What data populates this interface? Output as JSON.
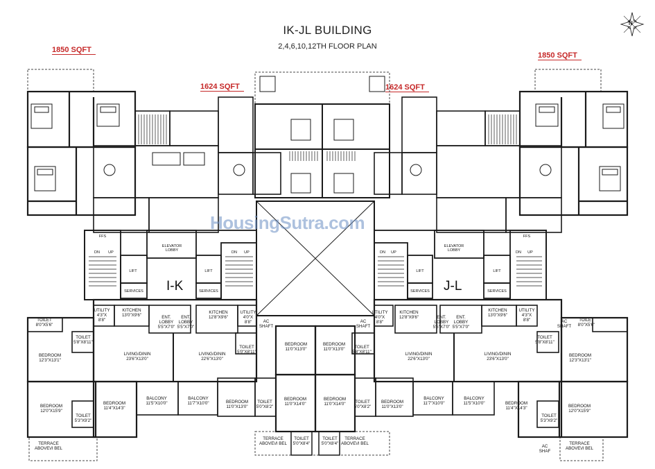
{
  "header": {
    "title": "IK-JL BUILDING",
    "subtitle": "2,4,6,10,12TH FLOOR PLAN"
  },
  "area_labels": [
    "1850 SQFT",
    "1624 SQFT",
    "1624 SQFT",
    "1850 SQFT"
  ],
  "watermark": "HousingSutra.com",
  "wing_labels": {
    "left": "I-K",
    "right": "J-L"
  },
  "compass": {
    "letter": "N"
  },
  "core": {
    "lift": "LIFT",
    "elevator_lobby": "ELEVATOR\nLOBBY",
    "services": "SERVICES",
    "services_alt": "SERVICES",
    "ffs": "FFS",
    "up": "UP",
    "dn": "DN"
  },
  "rooms": {
    "left_toilet_top": [
      "TOILET",
      "8'0\"X5'6\""
    ],
    "left_toilet_2": [
      "TOILET",
      "5'8\"X8'11\""
    ],
    "left_bedroom_1": [
      "BEDROOM",
      "12'3\"X13'1\""
    ],
    "left_bedroom_2": [
      "BEDROOM",
      "12'0\"X15'9\""
    ],
    "left_toilet_3": [
      "TOILET",
      "5'3\"X9'2\""
    ],
    "left_bedroom_3": [
      "BEDROOM",
      "11'4\"X14'3\""
    ],
    "left_terrace": [
      "TERRACE",
      "ABOVE\\/I BEL"
    ],
    "left_utility": [
      "UTILITY",
      "4'3\"X",
      "8'8\""
    ],
    "left_kitchen": [
      "KITCHEN",
      "13'0\"X9'6\""
    ],
    "left_ent_lobby_1": [
      "ENT.",
      "LOBBY",
      "5'5\"X7'0\""
    ],
    "left_ent_lobby_2": [
      "ENT.",
      "LOBBY",
      "5'5\"X7'0\""
    ],
    "left_living_1": [
      "LIVING/DININ",
      "23'6\"X13'0\""
    ],
    "left_living_2": [
      "LIVING/DININ",
      "22'6\"X13'0\""
    ],
    "left_kitchen_2": [
      "KITCHEN",
      "12'8\"X9'6\""
    ],
    "left_utility_2": [
      "UTILITY",
      "4'0\"X",
      "8'8\""
    ],
    "left_ac_shaft": [
      "AC",
      "SHAFT"
    ],
    "left_toilet_4": [
      "TOILET",
      "5'0\"X8'11\""
    ],
    "left_balcony_1": [
      "BALCONY",
      "11'5\"X10'0\""
    ],
    "left_balcony_2": [
      "BALCONY",
      "11'7\"X10'0\""
    ],
    "left_bedroom_4": [
      "BEDROOM",
      "11'0\"X13'0\""
    ],
    "left_toilet_5": [
      "TOILET",
      "5'0\"X8'2\""
    ],
    "center_bedroom_1": [
      "BEDROOM",
      "11'0\"X13'0\""
    ],
    "center_bedroom_2": [
      "BEDROOM",
      "11'0\"X13'0\""
    ],
    "center_bedroom_3": [
      "BEDROOM",
      "11'0\"X14'0\""
    ],
    "center_bedroom_4": [
      "BEDROOM",
      "11'0\"X14'0\""
    ],
    "center_terrace_1": [
      "TERRACE",
      "ABOVE\\/I BEL"
    ],
    "center_terrace_2": [
      "TERRACE",
      "ABOVE\\/I BEL"
    ],
    "center_toilet_1": [
      "TOILET",
      "5'0\"X8'4\""
    ],
    "center_toilet_2": [
      "TOILET",
      "5'0\"X8'4\""
    ],
    "right_ac_shaft": [
      "AC",
      "SHAFT"
    ],
    "right_toilet_1": [
      "TOILET",
      "5'8\"X8'11\""
    ],
    "right_utility_1": [
      "UTILITY",
      "4'0\"X",
      "8'8\""
    ],
    "right_kitchen_1": [
      "KITCHEN",
      "12'8\"X9'6\""
    ],
    "right_ent_lobby_1": [
      "ENT.",
      "LOBBY",
      "5'5\"X7'0\""
    ],
    "right_ent_lobby_2": [
      "ENT.",
      "LOBBY",
      "5'5\"X7'0\""
    ],
    "right_kitchen_2": [
      "KITCHEN",
      "13'0\"X9'6\""
    ],
    "right_utility_2": [
      "UTILITY",
      "4'3\"X",
      "8'8\""
    ],
    "right_ac_shaft_2": [
      "AC",
      "SHAFT"
    ],
    "right_toilet_top": [
      "TOILET",
      "8'0\"X5'6\""
    ],
    "right_toilet_2": [
      "TOILET",
      "5'8\"X8'11\""
    ],
    "right_living_1": [
      "LIVING/DININ",
      "22'6\"X13'0\""
    ],
    "right_living_2": [
      "LIVING/DININ",
      "23'6\"X13'0\""
    ],
    "right_bedroom_1": [
      "BEDROOM",
      "12'3\"X13'1\""
    ],
    "right_toilet_3": [
      "TOILET",
      "5'0\"X8'2\""
    ],
    "right_bedroom_2": [
      "BEDROOM",
      "11'0\"X13'0\""
    ],
    "right_balcony_1": [
      "BALCONY",
      "11'7\"X10'0\""
    ],
    "right_balcony_2": [
      "BALCONY",
      "11'5\"X10'0\""
    ],
    "right_bedroom_3": [
      "BEDROOM",
      "11'4\"X14'3\""
    ],
    "right_bedroom_4": [
      "BEDROOM",
      "12'0\"X15'9\""
    ],
    "right_toilet_4": [
      "TOILET",
      "5'3\"X9'2\""
    ],
    "right_terrace": [
      "TERRACE",
      "ABOVE\\/I BEL"
    ],
    "right_ac_shaft_3": [
      "AC",
      "SHAF"
    ]
  }
}
